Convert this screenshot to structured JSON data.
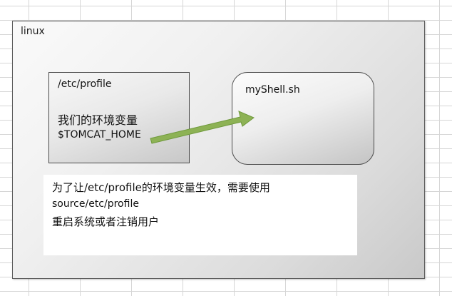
{
  "container": {
    "label": "linux"
  },
  "profile_box": {
    "title": "/etc/profile",
    "line1": "我们的环境变量",
    "line2": "$TOMCAT_HOME"
  },
  "shell_box": {
    "label": "myShell.sh"
  },
  "arrow": {
    "color": "#8db255",
    "from": "profile-box",
    "to": "shell-box"
  },
  "note": {
    "line1": "为了让/etc/profile的环境变量生效，需要使用",
    "line2": "source/etc/profile",
    "line3": "重启系统或者注销用户"
  }
}
